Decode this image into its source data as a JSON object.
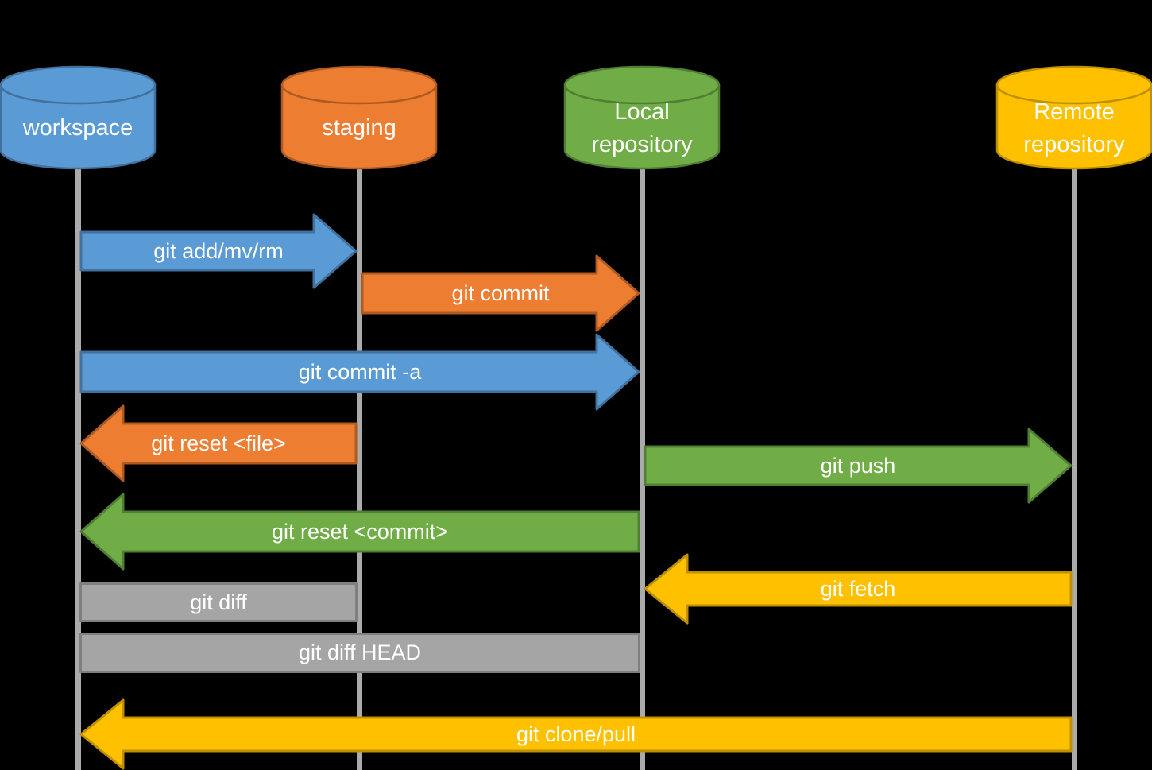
{
  "diagram": {
    "background": "#000000",
    "text_color": "#FFFFFF",
    "lifeline_color": "#ABABAB",
    "colors": {
      "blue": {
        "fill": "#5B9BD5",
        "stroke": "#41719C"
      },
      "orange": {
        "fill": "#ED7D31",
        "stroke": "#AE5A21"
      },
      "green": {
        "fill": "#70AD47",
        "stroke": "#507E32"
      },
      "yellow": {
        "fill": "#FFC000",
        "stroke": "#BF9000"
      },
      "gray": {
        "fill": "#A5A5A5",
        "stroke": "#7F7F7F"
      }
    },
    "nodes": [
      {
        "id": "workspace",
        "label": "workspace",
        "color": "blue"
      },
      {
        "id": "staging",
        "label": "staging",
        "color": "orange"
      },
      {
        "id": "local",
        "label": "Local\nrepository",
        "color": "green"
      },
      {
        "id": "remote",
        "label": "Remote\nrepository",
        "color": "yellow"
      }
    ],
    "arrows": [
      {
        "label": "git add/mv/rm",
        "color": "blue",
        "from": "workspace",
        "to": "staging",
        "kind": "arrow"
      },
      {
        "label": "git commit",
        "color": "orange",
        "from": "staging",
        "to": "local",
        "kind": "arrow"
      },
      {
        "label": "git commit -a",
        "color": "blue",
        "from": "workspace",
        "to": "local",
        "kind": "arrow"
      },
      {
        "label": "git reset <file>",
        "color": "orange",
        "from": "staging",
        "to": "workspace",
        "kind": "arrow"
      },
      {
        "label": "git push",
        "color": "green",
        "from": "local",
        "to": "remote",
        "kind": "arrow"
      },
      {
        "label": "git reset <commit>",
        "color": "green",
        "from": "local",
        "to": "workspace",
        "kind": "arrow"
      },
      {
        "label": "git fetch",
        "color": "yellow",
        "from": "remote",
        "to": "local",
        "kind": "arrow"
      },
      {
        "label": "git diff",
        "color": "gray",
        "from": "workspace",
        "to": "staging",
        "kind": "bar"
      },
      {
        "label": "git diff HEAD",
        "color": "gray",
        "from": "workspace",
        "to": "local",
        "kind": "bar"
      },
      {
        "label": "git clone/pull",
        "color": "yellow",
        "from": "remote",
        "to": "workspace",
        "kind": "arrow"
      }
    ]
  }
}
